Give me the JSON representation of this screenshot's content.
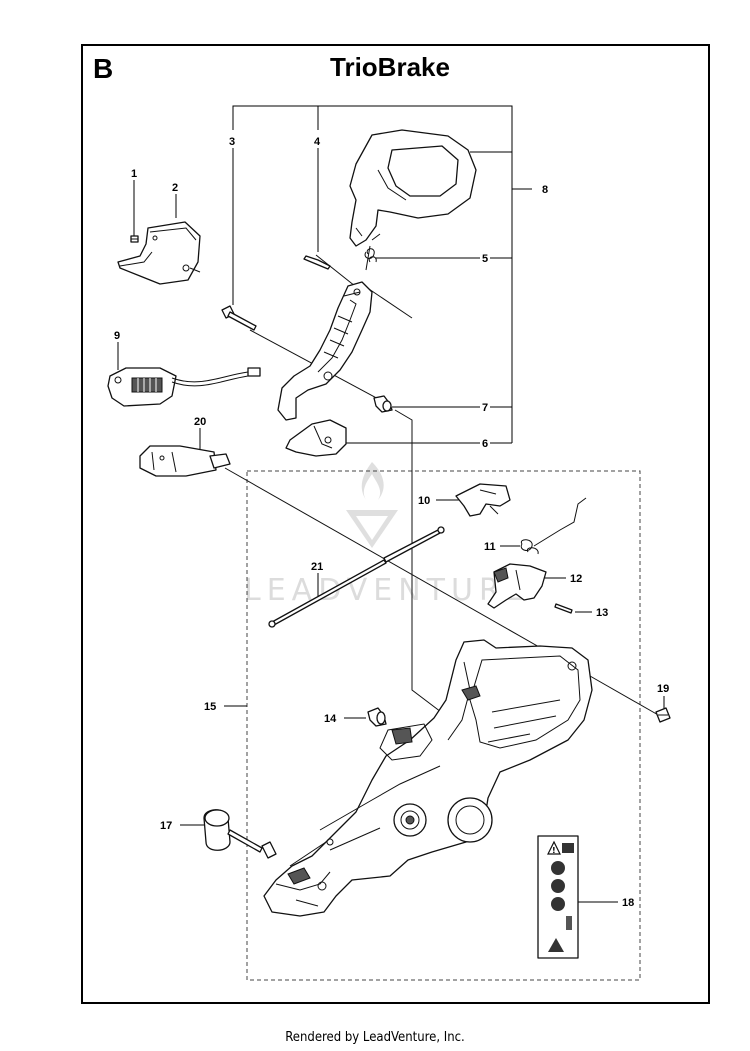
{
  "header": {
    "section_letter": "B",
    "title": "TrioBrake"
  },
  "watermark": {
    "text": "LEADVENTURE",
    "color": "#d9d9d9"
  },
  "callouts": {
    "c1": "1",
    "c2": "2",
    "c3": "3",
    "c4": "4",
    "c5": "5",
    "c6": "6",
    "c7": "7",
    "c8": "8",
    "c9": "9",
    "c10": "10",
    "c11": "11",
    "c12": "12",
    "c13": "13",
    "c14": "14",
    "c15": "15",
    "c17": "17",
    "c18": "18",
    "c19": "19",
    "c20": "20",
    "c21": "21"
  },
  "footer": {
    "text": "Rendered by LeadVenture, Inc."
  }
}
